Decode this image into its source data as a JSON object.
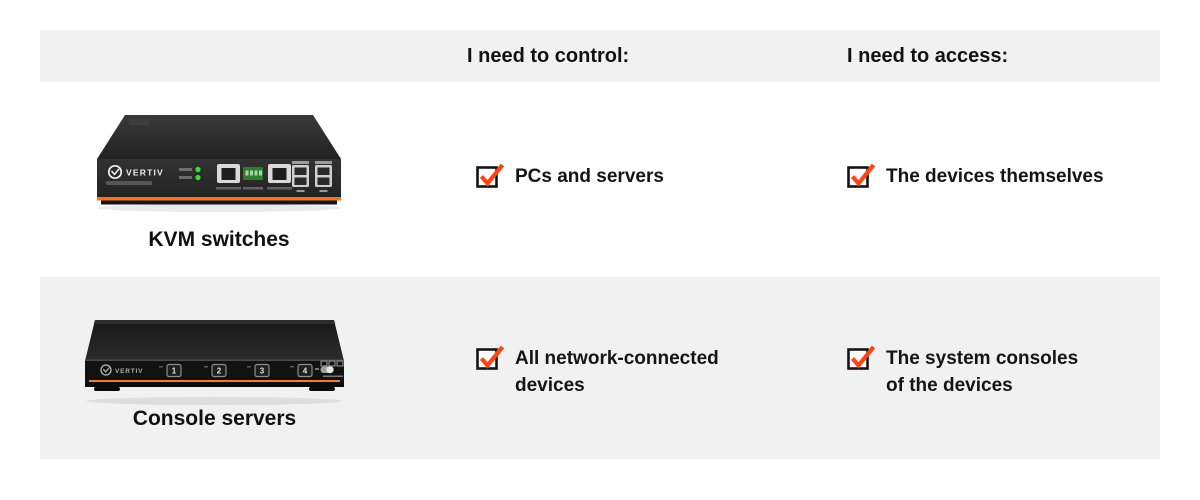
{
  "header": {
    "control_label": "I need to control:",
    "access_label": "I need to access:"
  },
  "rows": [
    {
      "device_label": "KVM switches",
      "brand": "VERTIV",
      "control": "PCs and servers",
      "access": "The devices themselves"
    },
    {
      "device_label": "Console servers",
      "brand": "VERTIV",
      "device_buttons": [
        "1",
        "2",
        "3",
        "4"
      ],
      "control": "All network-connected devices",
      "access": "The system consoles of the devices"
    }
  ],
  "icons": {
    "checkbox": "checked-checkbox-icon"
  },
  "colors": {
    "accent_orange": "#fa4616",
    "device_stripe_orange": "#ee7623",
    "band_gray": "#f1f1f1",
    "text": "#141414",
    "led_green": "#3ddc3d"
  }
}
